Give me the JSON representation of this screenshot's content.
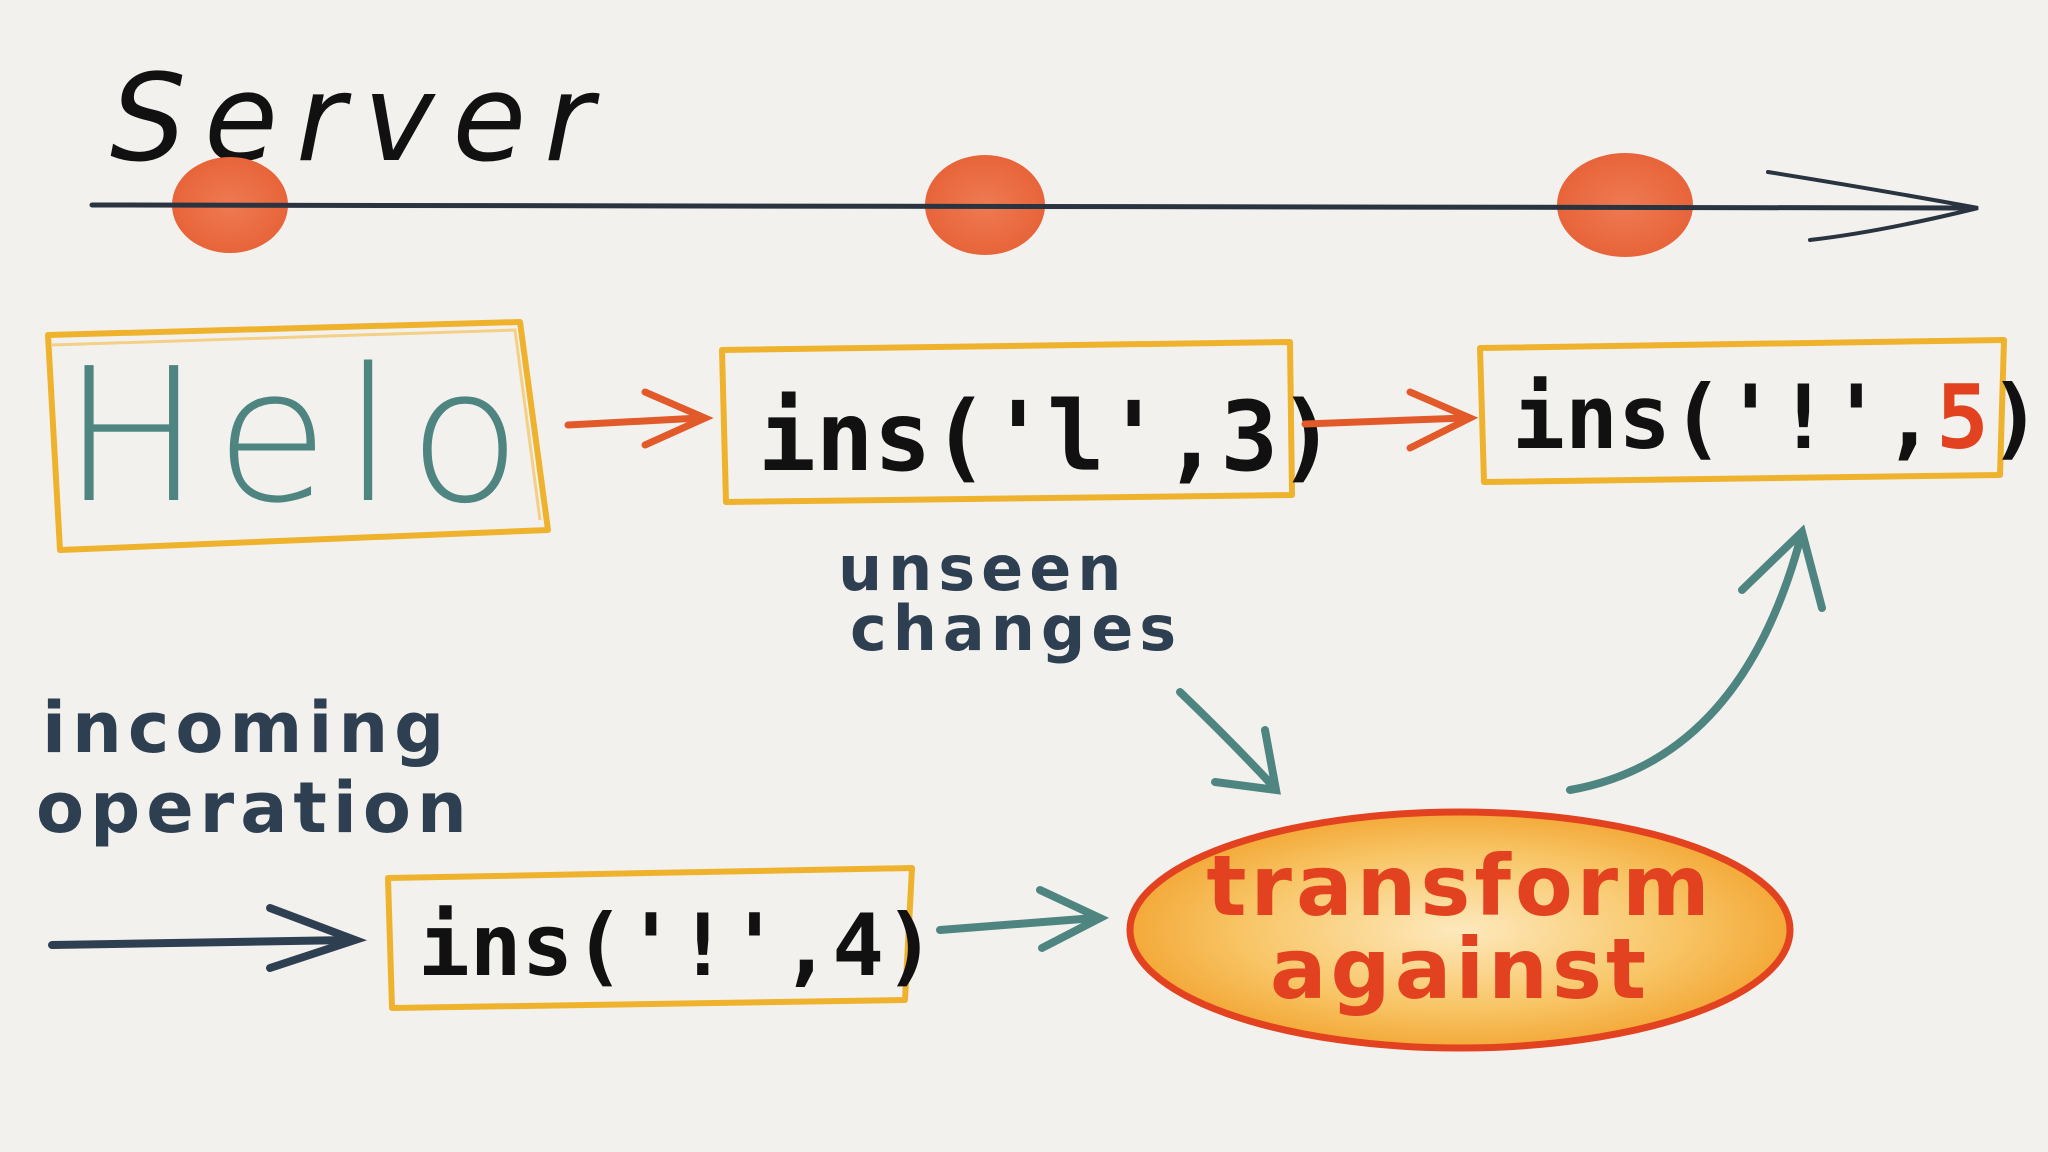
{
  "timeline": {
    "label": "Server"
  },
  "document": {
    "text": "Helo"
  },
  "server_ops": [
    {
      "text": "ins('l',3)"
    },
    {
      "prefix": "ins('!',",
      "highlight": "5",
      "suffix": ")"
    }
  ],
  "annotations": {
    "unseen_line1": "unseen",
    "unseen_line2": "changes",
    "incoming_line1": "incoming",
    "incoming_line2": "operation"
  },
  "incoming_op": {
    "text": "ins('!',4)"
  },
  "transform": {
    "line1": "transform",
    "line2": "against"
  },
  "colors": {
    "ink": "#111111",
    "teal": "#4f8581",
    "navy": "#2f3f52",
    "orange_arrow": "#e25a2a",
    "dot": "#ec6f45",
    "box_border": "#efb22d",
    "ellipse_fill": "#f5a623",
    "ellipse_border": "#e2421f",
    "transform_text": "#e2421f",
    "highlight": "#e2421f"
  }
}
